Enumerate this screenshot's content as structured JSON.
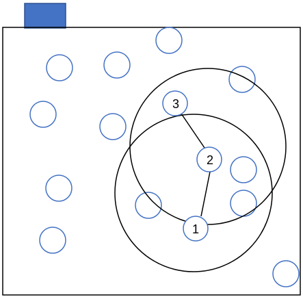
{
  "colors": {
    "circle_stroke": "#4472C4",
    "tab_fill": "#4472C4",
    "tab_stroke": "#2F528F",
    "frame_stroke": "#000000",
    "label_text": "#000000"
  },
  "nodes": [
    {
      "label": "1"
    },
    {
      "label": "2"
    },
    {
      "label": "3"
    }
  ]
}
